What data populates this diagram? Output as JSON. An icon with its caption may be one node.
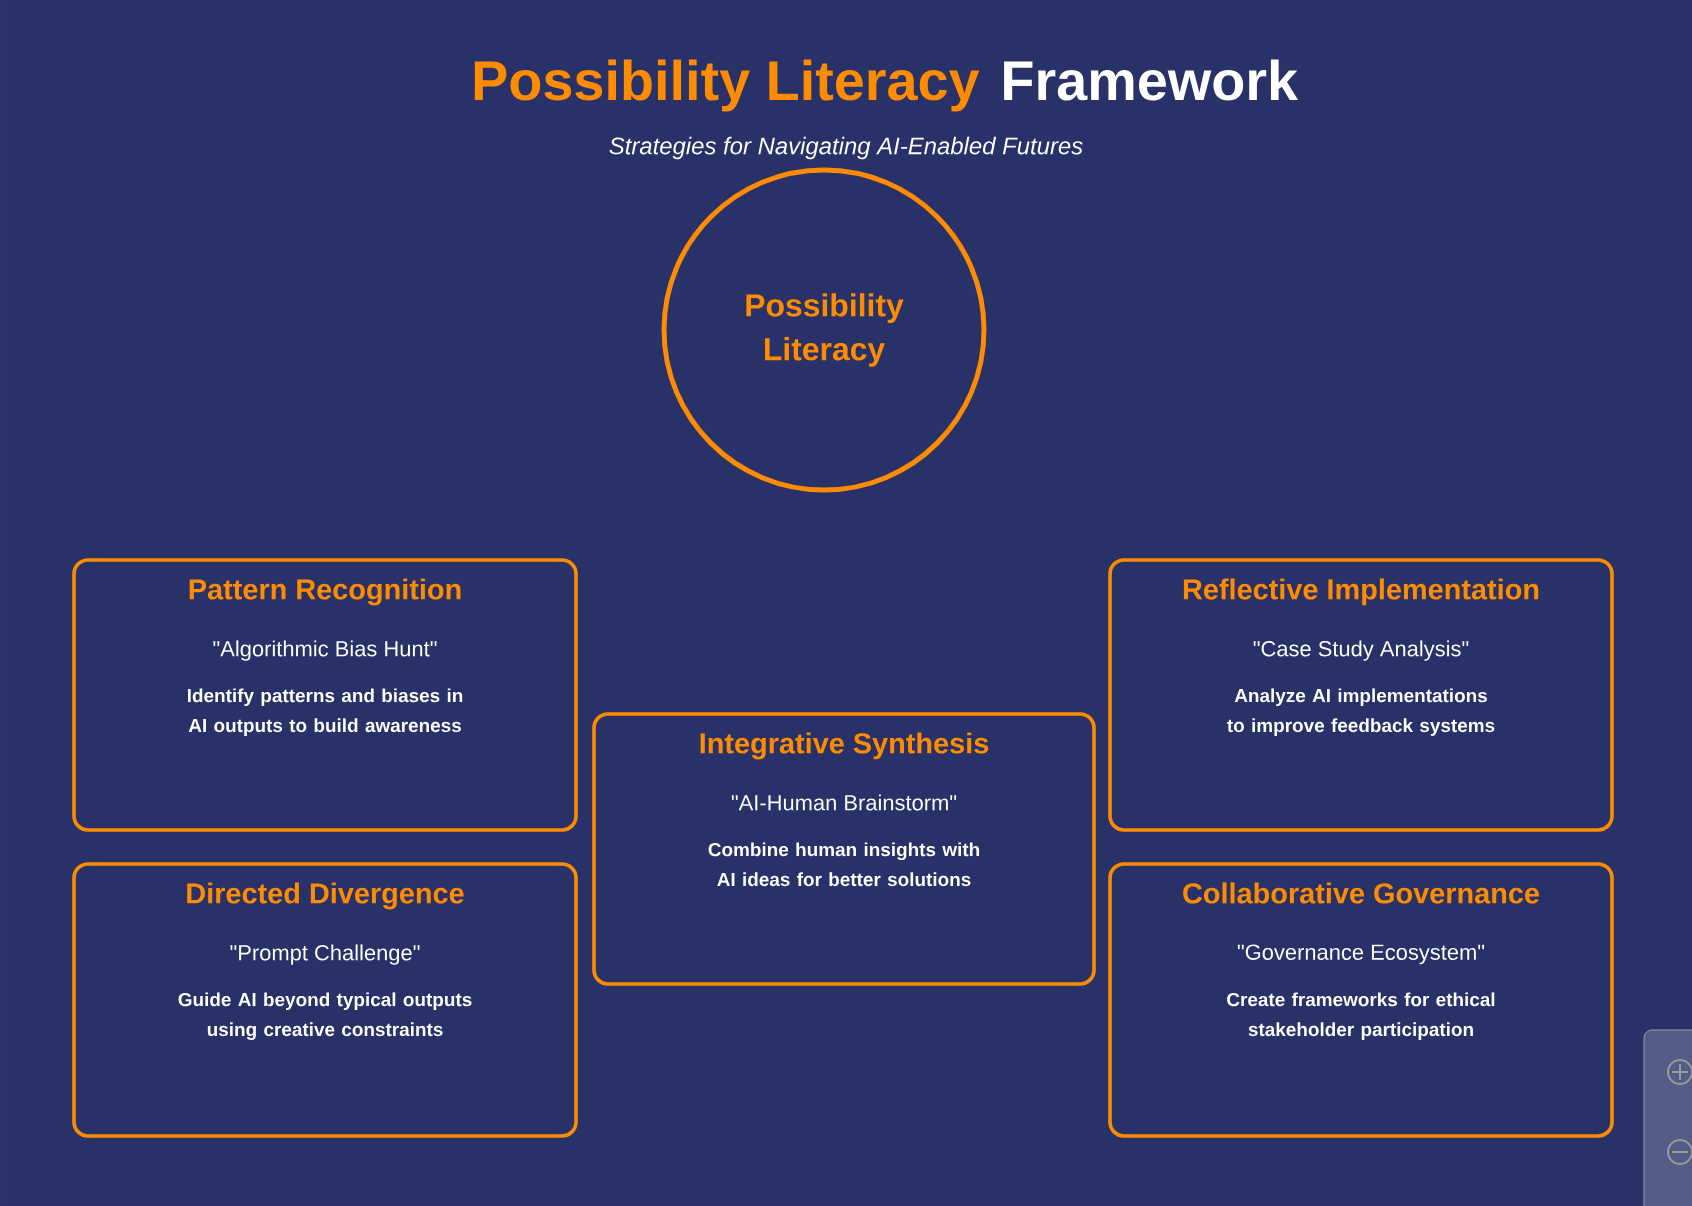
{
  "diagram": {
    "title": "Possibility Literacy",
    "nodes": [
      {
        "text": [
          "Possibility Literacy"
        ]
      },
      {
        "text": [
          "Pattern Recognition",
          "\"Algorithmic Bias Hunt\"",
          "Identify patterns and biases in AI outputs to build awareness"
        ]
      },
      {
        "text": [
          "Directed Divergence",
          "\"Prompt Challenge\"",
          "Guide AI beyond typical outputs using creative constraints"
        ]
      },
      {
        "text": [
          "Integrative Synthesis",
          "\"AI-Human Brainstorm\"",
          "Combine human insights with AI ideas for better solutions"
        ]
      },
      {
        "text": [
          "Reflective Implementation",
          "\"Case Study Analysis\"",
          "Analyze AI implementations to improve feedback systems"
        ]
      },
      {
        "text": [
          "Collaborative Governance",
          "\"Governance Ecosystem\"",
          "Create frameworks for ethical stakeholder participation"
        ]
      }
    ],
    "labels": [
      "Framework",
      "Strategies for Navigating AI-Enabled Futures"
    ]
  }
}
